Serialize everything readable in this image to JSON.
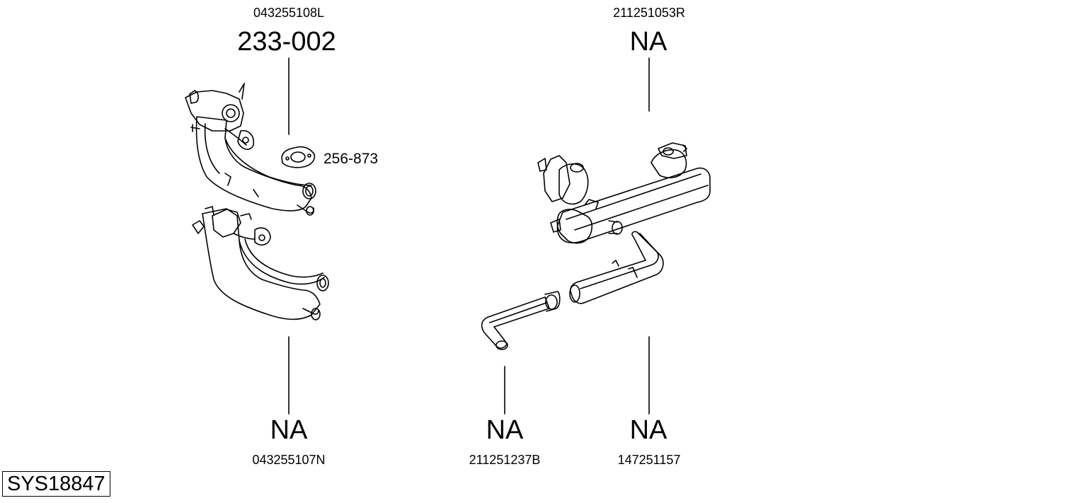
{
  "system_id": "SYS18847",
  "parts": [
    {
      "oem": "043255108L",
      "code": "233-002",
      "icon": "left-muffler-icon"
    },
    {
      "oem": "211251053R",
      "code": "NA",
      "icon": "main-muffler-icon"
    },
    {
      "oem": "043255107N",
      "code": "NA",
      "icon": "left-muffler-lower-icon"
    },
    {
      "oem": "211251237B",
      "code": "NA",
      "icon": "tailpipe-bent-icon"
    },
    {
      "oem": "147251157",
      "code": "NA",
      "icon": "tailpipe-straight-icon"
    }
  ],
  "gasket": {
    "code": "256-873",
    "icon": "gasket-icon"
  }
}
